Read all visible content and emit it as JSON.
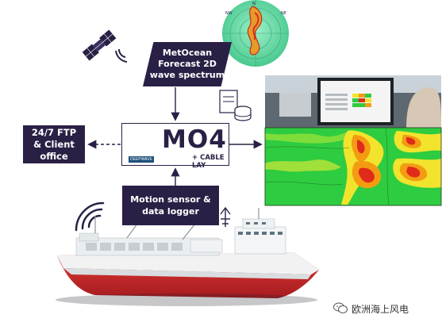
{
  "boxes": {
    "metocean": [
      "MetOcean",
      "Forecast 2D",
      "wave spectrum"
    ],
    "ftp": [
      "24/7 FTP",
      "& Client",
      "office"
    ],
    "motion": [
      "Motion sensor &",
      "data logger"
    ]
  },
  "mo4": {
    "name": "MO4",
    "subtitle": "+ CABLE LAY",
    "company": "DEEPWAVE"
  },
  "screen": {
    "title": "MO4"
  },
  "watermark": "欧洲海上风电",
  "colors": {
    "dark_box": "#2a2045",
    "heat_green": "#2ecc40",
    "heat_yellow": "#f2e42c",
    "heat_orange": "#f39c12",
    "heat_red": "#e02a1a",
    "hull_red": "#d0242a",
    "globe_green": "#6ee0b0"
  },
  "icons": [
    "satellite-icon",
    "wifi-signal-icon",
    "server-database-icon",
    "antenna-icon",
    "wechat-icon"
  ]
}
